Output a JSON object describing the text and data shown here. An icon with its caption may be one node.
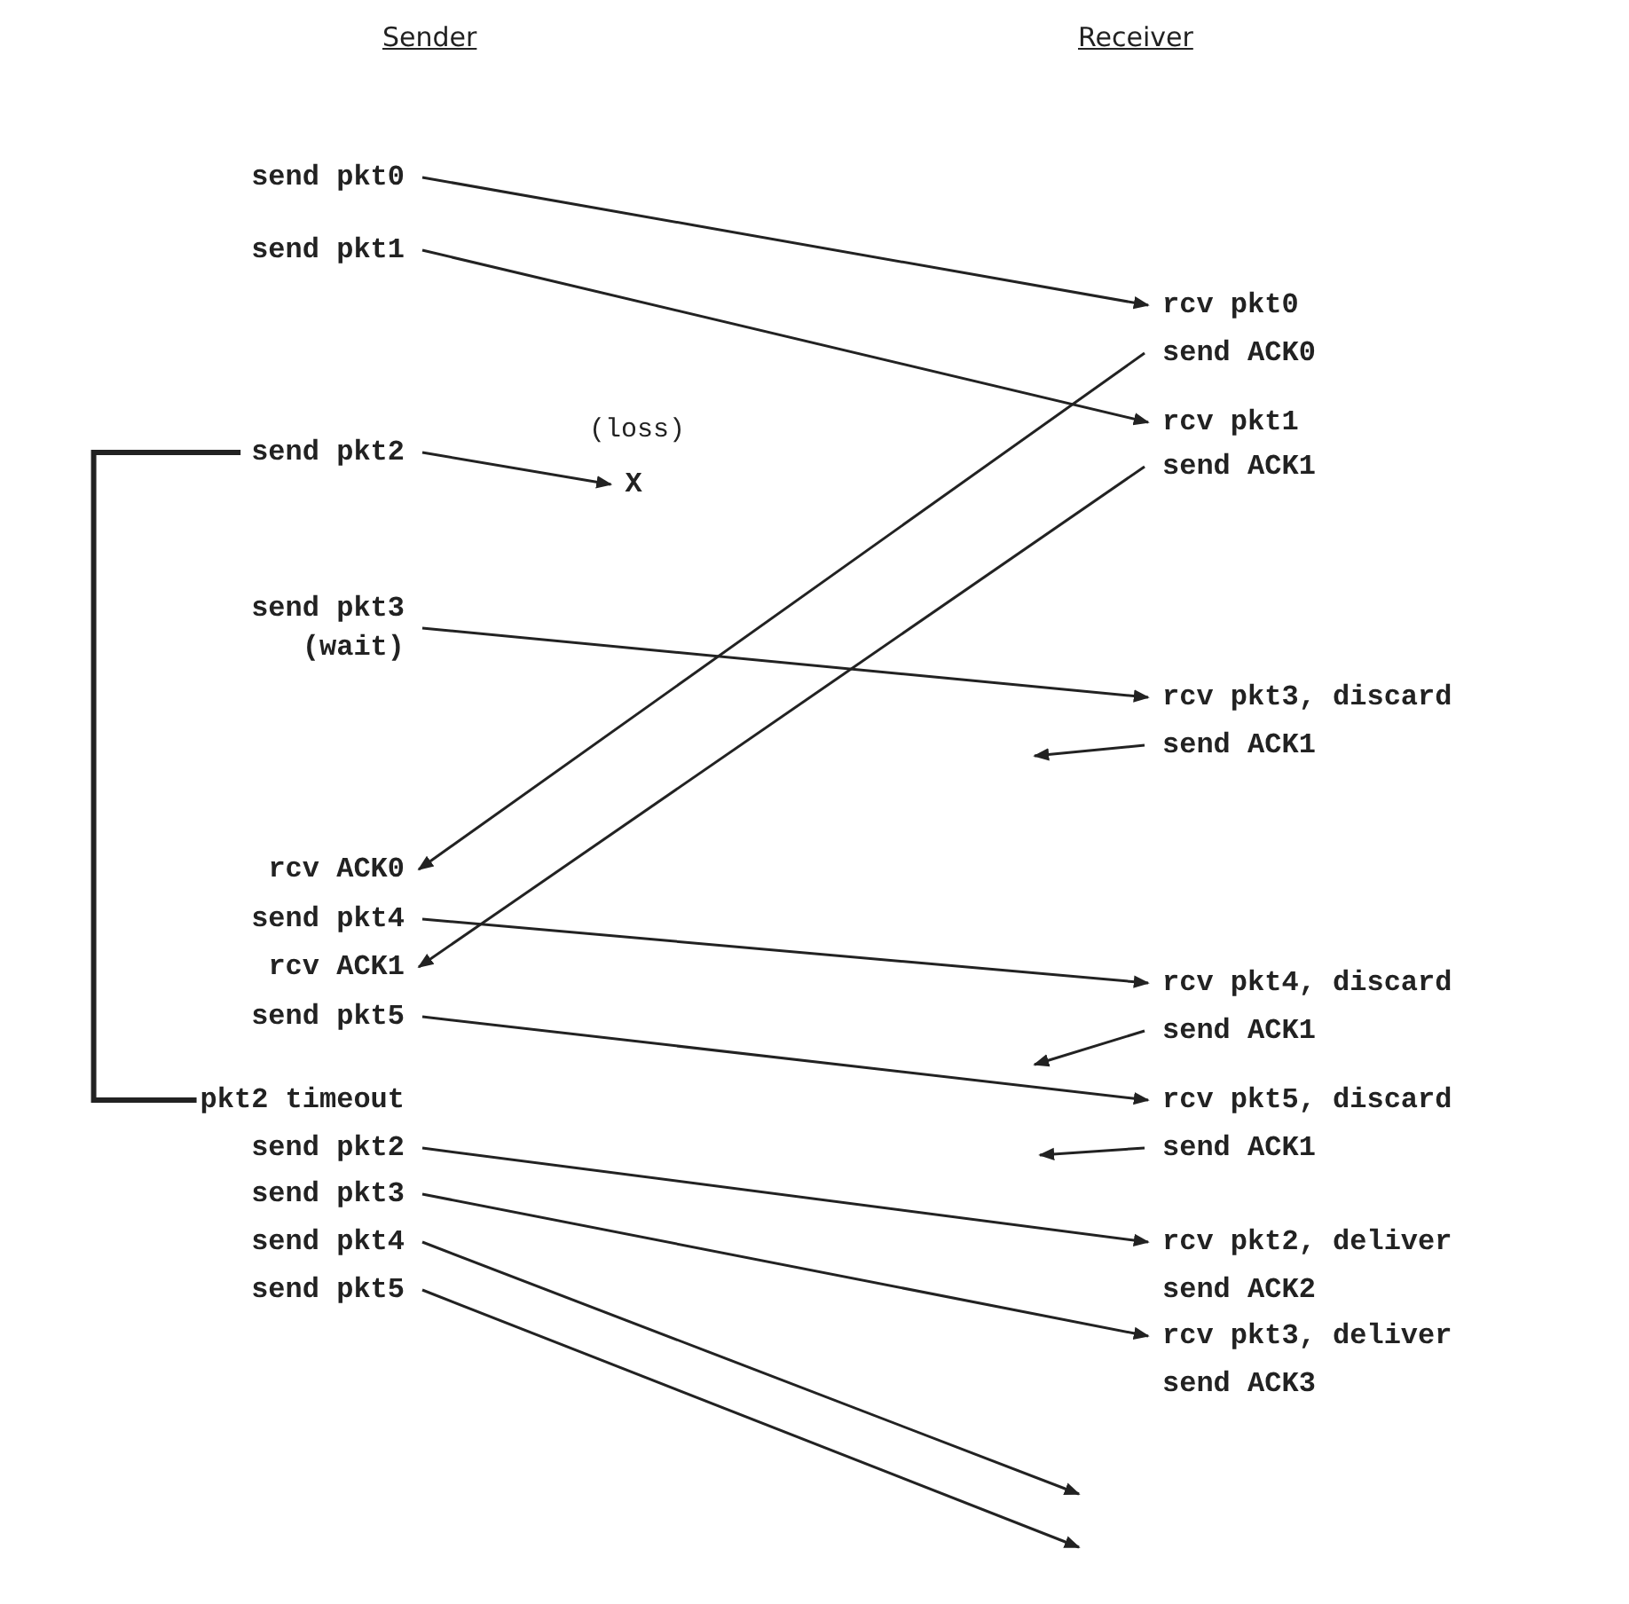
{
  "diagram": {
    "nodes": [
      {
        "text": [
          "send pkt0"
        ]
      },
      {
        "text": [
          "send pkt1"
        ]
      },
      {
        "text": [
          "rcv pkt0"
        ]
      },
      {
        "text": [
          "send ACK0"
        ]
      },
      {
        "text": [
          "rcv pkt1"
        ]
      },
      {
        "text": [
          "send pkt2"
        ]
      },
      {
        "text": [
          "X"
        ],
        "beside": [
          "(loss)"
        ]
      },
      {
        "text": [
          "send ACK1"
        ]
      },
      {
        "text": [
          "send pkt3",
          "(wait)"
        ]
      },
      {
        "text": [
          "rcv pkt3, discard"
        ]
      },
      {
        "text": [
          "send ACK1"
        ]
      },
      {
        "text": [
          "rcv ACK0"
        ]
      },
      {
        "text": [
          "send pkt4"
        ]
      },
      {
        "text": [
          "rcv ACK1"
        ]
      },
      {
        "text": [
          "rcv pkt4, discard"
        ]
      },
      {
        "text": [
          "send pkt5"
        ]
      },
      {
        "text": [
          "send ACK1"
        ]
      },
      {
        "text": [
          "pkt2 timeout"
        ]
      },
      {
        "text": [
          "rcv pkt5, discard"
        ]
      },
      {
        "text": [
          "send pkt2"
        ]
      },
      {
        "text": [
          "send ACK1"
        ]
      },
      {
        "text": [
          "send pkt3"
        ]
      },
      {
        "text": [
          "send pkt4"
        ]
      },
      {
        "text": [
          "rcv pkt2, deliver"
        ]
      },
      {
        "text": [
          "send pkt5"
        ]
      },
      {
        "text": [
          "send ACK2"
        ]
      },
      {
        "text": [
          "rcv pkt3, deliver"
        ]
      },
      {
        "text": [
          "send ACK3"
        ]
      }
    ],
    "edges": [
      {
        "from": 0,
        "to": 2,
        "arrow": "to"
      },
      {
        "from": 1,
        "to": 4,
        "arrow": "to"
      },
      {
        "from": 5,
        "to": 6,
        "arrow": "to"
      },
      {
        "from": 3,
        "to": 11,
        "arrow": "to"
      },
      {
        "from": 7,
        "to": 13,
        "arrow": "to"
      },
      {
        "from": 8,
        "to": 9,
        "arrow": "to"
      },
      {
        "from": 10,
        "to": null,
        "arrow": "to"
      },
      {
        "from": 12,
        "to": 14,
        "arrow": "to"
      },
      {
        "from": 15,
        "to": 18,
        "arrow": "to"
      },
      {
        "from": 16,
        "to": null,
        "arrow": "to"
      },
      {
        "from": 20,
        "to": null,
        "arrow": "to"
      },
      {
        "from": 19,
        "to": 23,
        "arrow": "to"
      },
      {
        "from": 21,
        "to": 26,
        "arrow": "to"
      },
      {
        "from": 22,
        "to": null,
        "arrow": "to"
      },
      {
        "from": 24,
        "to": null,
        "arrow": "to"
      },
      {
        "from": 5,
        "to": 17,
        "arrow": "none",
        "style": "thick"
      }
    ],
    "labels": [
      "Sender",
      "Receiver"
    ]
  }
}
